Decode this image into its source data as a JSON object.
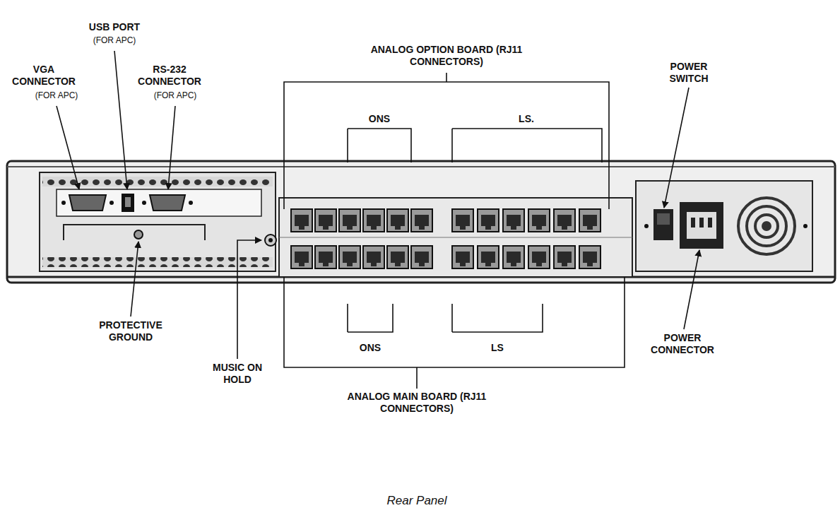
{
  "diagram": {
    "caption": "Rear Panel",
    "labels": [
      "USB PORT",
      "(FOR APC)",
      "VGA CONNECTOR",
      "(FOR APC)",
      "RS-232 CONNECTOR",
      "(FOR APC)",
      "ANALOG OPTION BOARD (RJ11 CONNECTORS)",
      "ONS",
      "LS.",
      "POWER SWITCH",
      "PROTECTIVE GROUND",
      "MUSIC ON HOLD",
      "ONS",
      "LS",
      "ANALOG MAIN BOARD (RJ11 CONNECTORS)",
      "POWER CONNECTOR"
    ]
  }
}
